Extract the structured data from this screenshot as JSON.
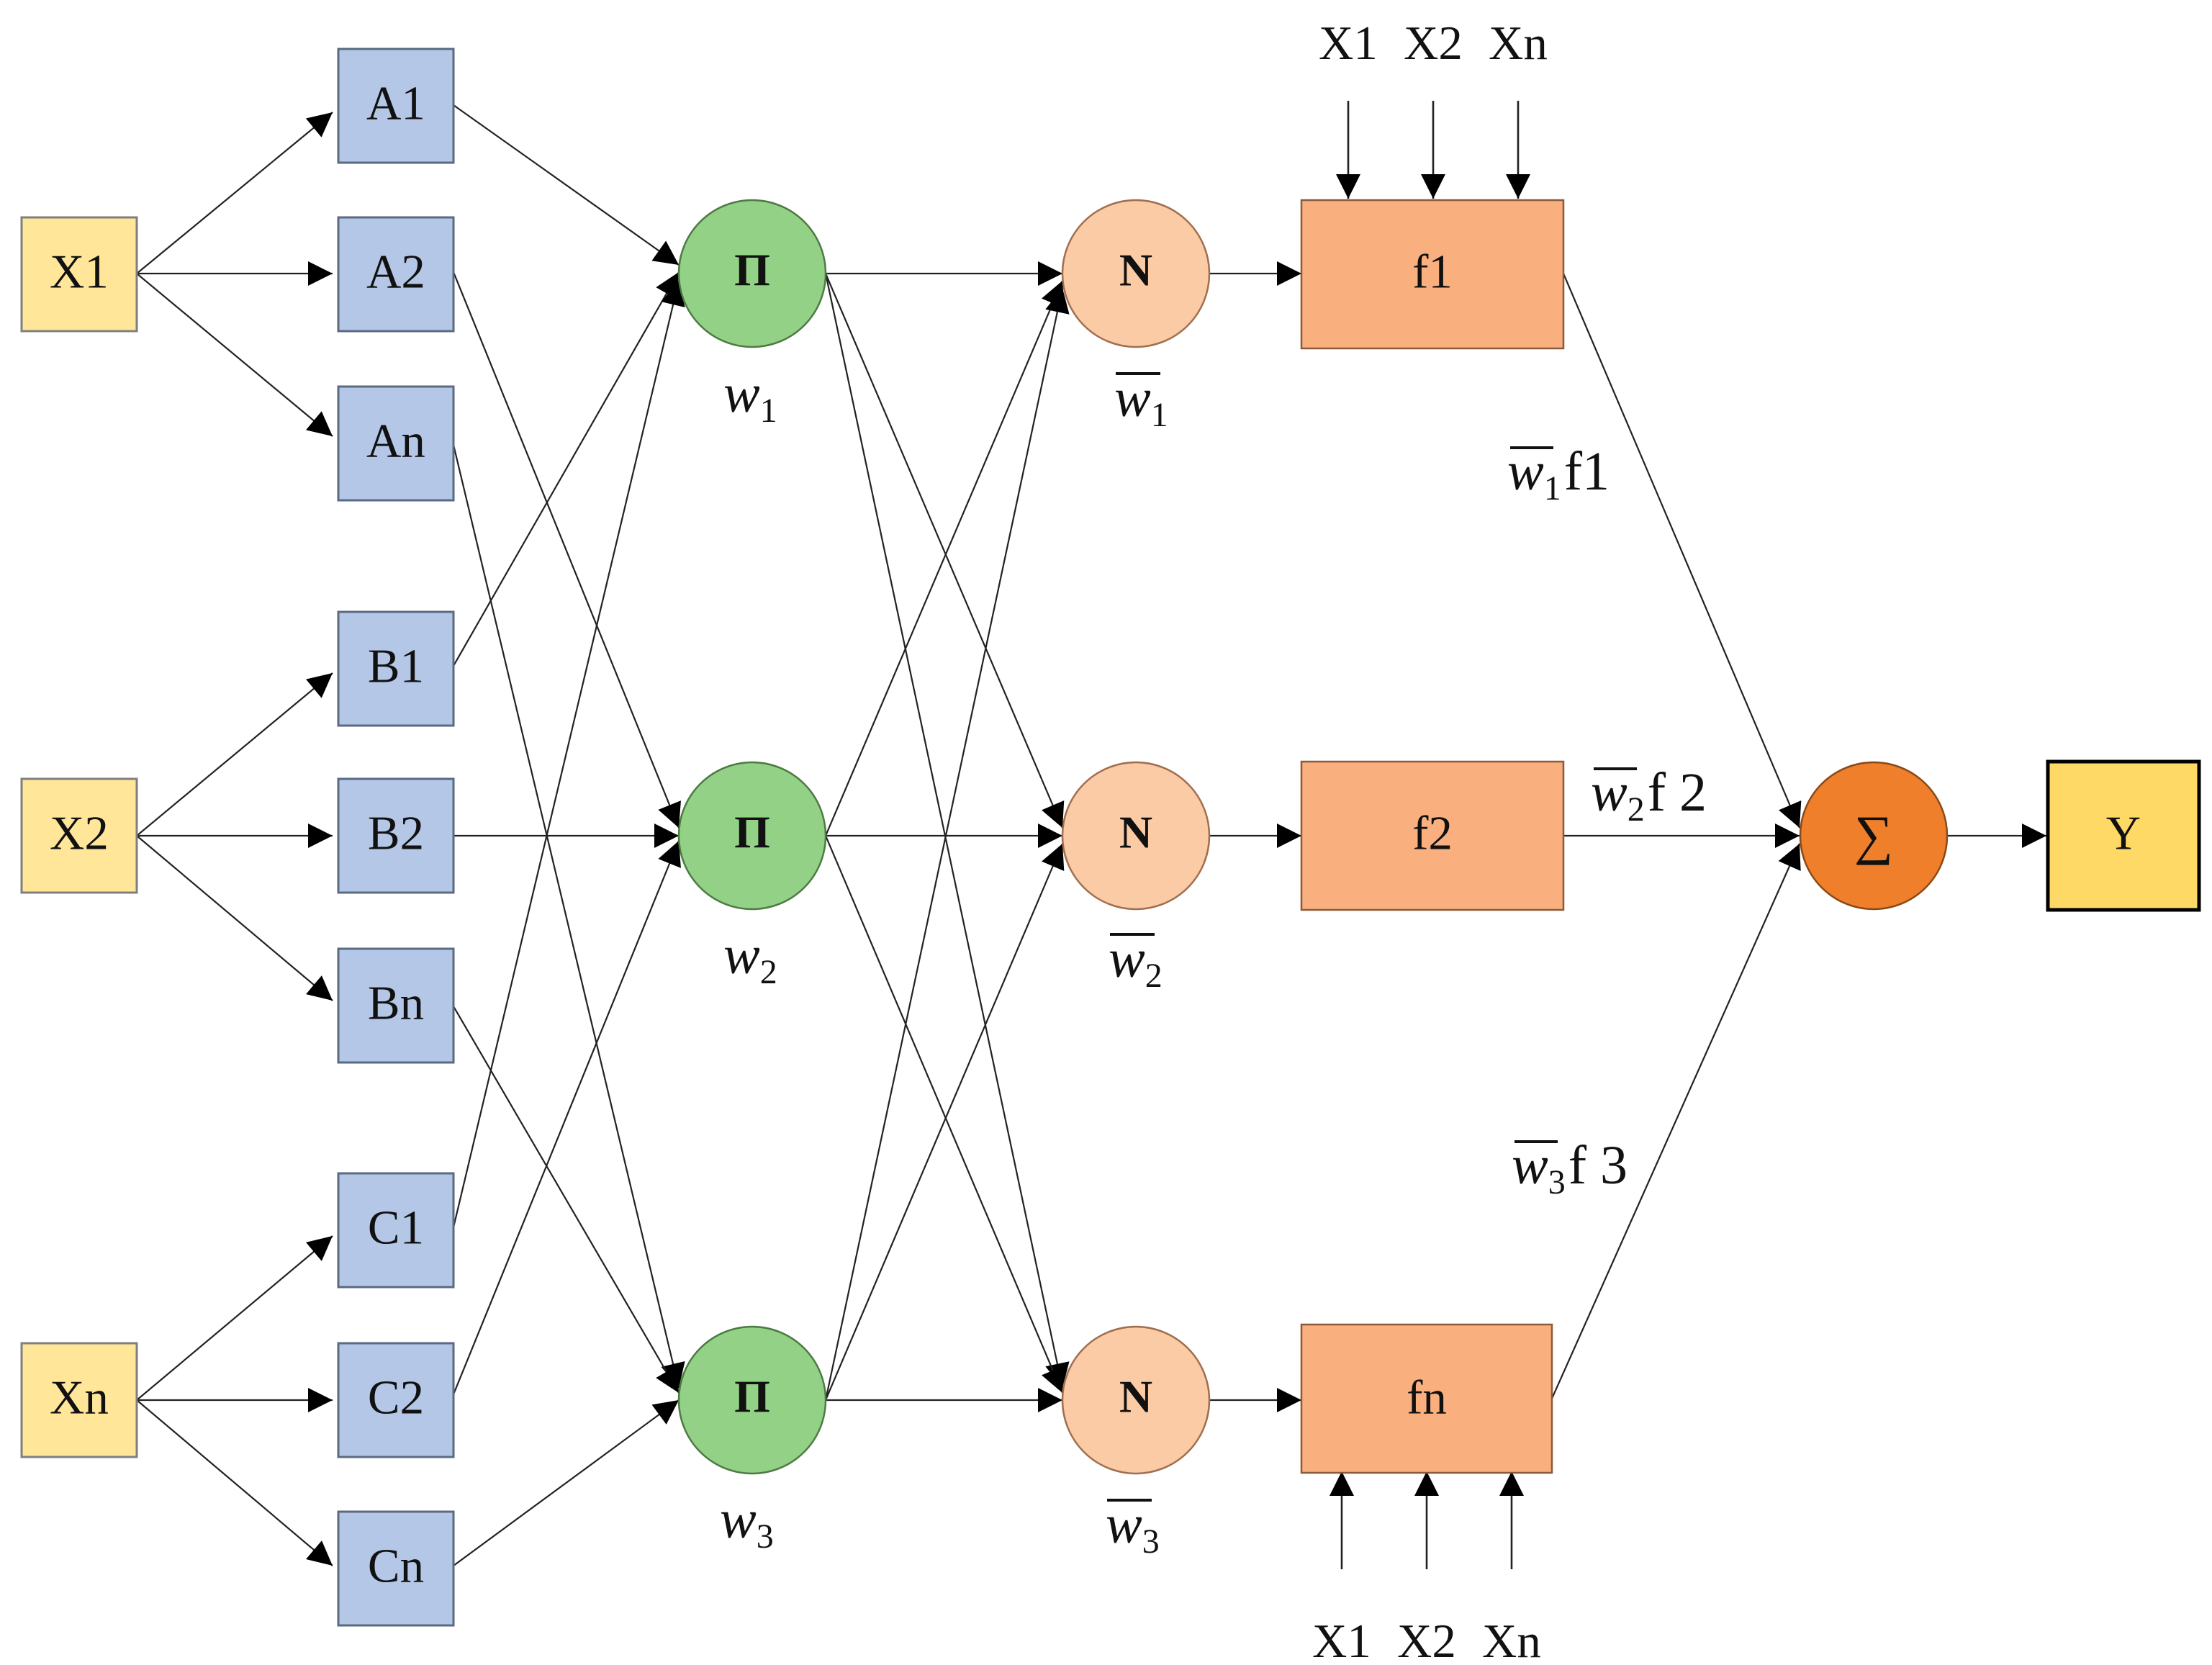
{
  "inputs": [
    {
      "id": "x1",
      "label": "X1"
    },
    {
      "id": "x2",
      "label": "X2"
    },
    {
      "id": "xn",
      "label": "Xn"
    }
  ],
  "membership": [
    {
      "id": "a1",
      "label": "A1"
    },
    {
      "id": "a2",
      "label": "A2"
    },
    {
      "id": "an",
      "label": "An"
    },
    {
      "id": "b1",
      "label": "B1"
    },
    {
      "id": "b2",
      "label": "B2"
    },
    {
      "id": "bn",
      "label": "Bn"
    },
    {
      "id": "c1",
      "label": "C1"
    },
    {
      "id": "c2",
      "label": "C2"
    },
    {
      "id": "cn",
      "label": "Cn"
    }
  ],
  "product_nodes": [
    {
      "id": "p1",
      "symbol": "Π",
      "weight": "w",
      "sub": "1"
    },
    {
      "id": "p2",
      "symbol": "Π",
      "weight": "w",
      "sub": "2"
    },
    {
      "id": "p3",
      "symbol": "Π",
      "weight": "w",
      "sub": "3"
    }
  ],
  "norm_nodes": [
    {
      "id": "n1",
      "symbol": "N",
      "weight": "w",
      "sub": "1"
    },
    {
      "id": "n2",
      "symbol": "N",
      "weight": "w",
      "sub": "2"
    },
    {
      "id": "n3",
      "symbol": "N",
      "weight": "w",
      "sub": "3"
    }
  ],
  "rule_outputs": [
    {
      "id": "f1",
      "label": "f1"
    },
    {
      "id": "f2",
      "label": "f2"
    },
    {
      "id": "fn",
      "label": "fn"
    }
  ],
  "edge_labels": [
    {
      "id": "e1",
      "weight": "w",
      "sub": "1",
      "suffix": "f1"
    },
    {
      "id": "e2",
      "weight": "w",
      "sub": "2",
      "suffix": "f 2"
    },
    {
      "id": "e3",
      "weight": "w",
      "sub": "3",
      "suffix": "f 3"
    }
  ],
  "top_inputs": [
    "X1",
    "X2",
    "Xn"
  ],
  "bottom_inputs": [
    "X1",
    "X2",
    "Xn"
  ],
  "sum_node": {
    "symbol": "∑"
  },
  "output": {
    "label": "Y"
  },
  "colors": {
    "input_fill": "#FFE699",
    "input_stroke": "#7F7F7F",
    "membership_fill": "#B4C7E7",
    "membership_stroke": "#5A6A80",
    "product_fill": "#93D286",
    "norm_fill": "#FBCBA6",
    "rule_fill": "#F9B07E",
    "sum_fill": "#F07F2B",
    "output_fill": "#FFD966",
    "output_stroke": "#000000"
  }
}
